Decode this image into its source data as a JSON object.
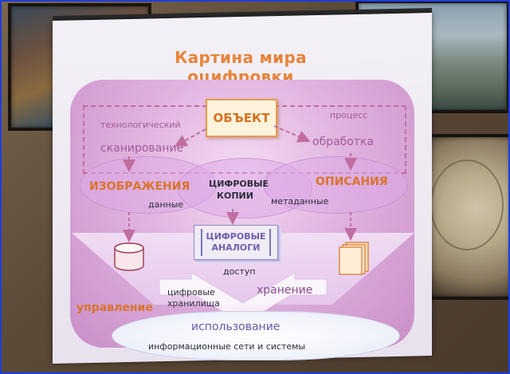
{
  "slide": {
    "title": "Картина мира оцифровки",
    "object_label": "ОБЪЕКТ",
    "labels": {
      "technological": "технологический",
      "process": "процесс",
      "scanning": "сканирование",
      "processing": "обработка",
      "images": "ИЗОБРАЖЕНИЯ",
      "digital_copies_line1": "ЦИФРОВЫЕ",
      "digital_copies_line2": "КОПИИ",
      "descriptions": "ОПИСАНИЯ",
      "data": "данные",
      "metadata": "метаданные",
      "digital_analogs_line1": "ЦИФРОВЫЕ",
      "digital_analogs_line2": "АНАЛОГИ",
      "access": "доступ",
      "digital_repos_line1": "цифровые",
      "digital_repos_line2": "хранилища",
      "storage": "хранение",
      "management": "управление",
      "usage": "использование",
      "networks": "информационные   сети   и   системы"
    }
  },
  "colors": {
    "title": "#e6843a",
    "dashed": "#c06da0",
    "label_purple": "#a05a9a",
    "label_orange": "#d8742c",
    "frame_border": "#1d3fd6"
  }
}
